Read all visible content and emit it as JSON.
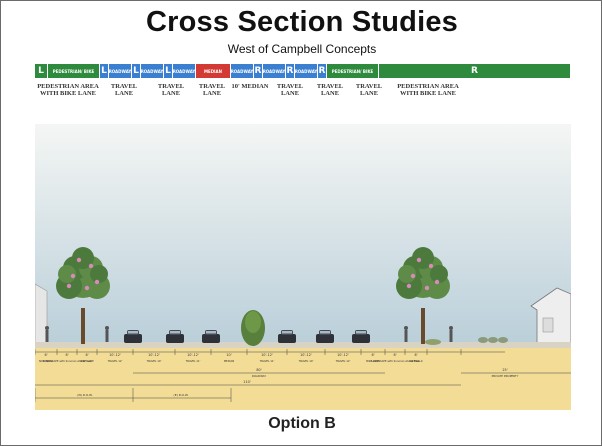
{
  "slide": {
    "title": "Cross Section Studies",
    "subtitle": "West of Campbell Concepts",
    "footer": "Option B"
  },
  "colors": {
    "green": "#2e8b3e",
    "blue": "#3a7fd0",
    "red": "#d43a34",
    "sky_top": "#b9ced9",
    "sky_bottom": "#f4f6f4",
    "ground": "#f2dc96"
  },
  "band": [
    {
      "text": "L",
      "color": "green",
      "big": true
    },
    {
      "text": "PEDESTRIAN/ BIKE",
      "color": "green"
    },
    {
      "text": "L",
      "color": "blue",
      "big": true
    },
    {
      "text": "ROADWAY",
      "color": "blue"
    },
    {
      "text": "L",
      "color": "blue",
      "big": true
    },
    {
      "text": "ROADWAY",
      "color": "blue"
    },
    {
      "text": "L",
      "color": "blue",
      "big": true
    },
    {
      "text": "ROADWAY",
      "color": "blue"
    },
    {
      "text": "MEDIAN",
      "color": "red"
    },
    {
      "text": "ROADWAY",
      "color": "blue"
    },
    {
      "text": "R",
      "color": "blue",
      "big": true
    },
    {
      "text": "ROADWAY",
      "color": "blue"
    },
    {
      "text": "R",
      "color": "blue",
      "big": true
    },
    {
      "text": "ROADWAY",
      "color": "blue"
    },
    {
      "text": "R",
      "color": "blue",
      "big": true
    },
    {
      "text": "PEDESTRIAN/ BIKE",
      "color": "green"
    },
    {
      "text": "R",
      "color": "green",
      "big": true
    }
  ],
  "lane_labels": [
    "PEDESTRIAN AREA WITH BIKE LANE",
    "TRAVEL LANE",
    "TRAVEL LANE",
    "TRAVEL LANE",
    "10' MEDIAN",
    "TRAVEL LANE",
    "TRAVEL LANE",
    "TRAVEL LANE",
    "PEDESTRIAN AREA WITH BIKE LANE"
  ],
  "dimensions": {
    "top_row": [
      {
        "text": "6'",
        "sub": "SIDE-WALK"
      },
      {
        "text": "6'",
        "sub": "LANDSCAPE with Sonoran shade tree"
      },
      {
        "text": "6'",
        "sub": "BIKE LANE"
      },
      {
        "text": "10'-12'",
        "sub": "TRAVEL 12'"
      },
      {
        "text": "10'-12'",
        "sub": "TRAVEL 10'"
      },
      {
        "text": "10'-12'",
        "sub": "TRAVEL 11'"
      },
      {
        "text": "10'",
        "sub": "MEDIAN"
      },
      {
        "text": "10'-12'",
        "sub": "TRAVEL 11'"
      },
      {
        "text": "10'-12'",
        "sub": "TRAVEL 10'"
      },
      {
        "text": "10'-12'",
        "sub": "TRAVEL 12'"
      },
      {
        "text": "6'",
        "sub": "BIKE LANE"
      },
      {
        "text": "6'",
        "sub": "LANDSCAPE with Sonoran shade tree"
      },
      {
        "text": "6'",
        "sub": "SIDEWALK"
      }
    ],
    "roadway": {
      "text": "80'",
      "sub": "ROADWAY"
    },
    "private": {
      "text": "25'",
      "sub": "PRIVATE PROPERTY"
    },
    "total": "110'",
    "row_left": "(N) R.O.W.",
    "row_right": "(E) R.O.W."
  }
}
